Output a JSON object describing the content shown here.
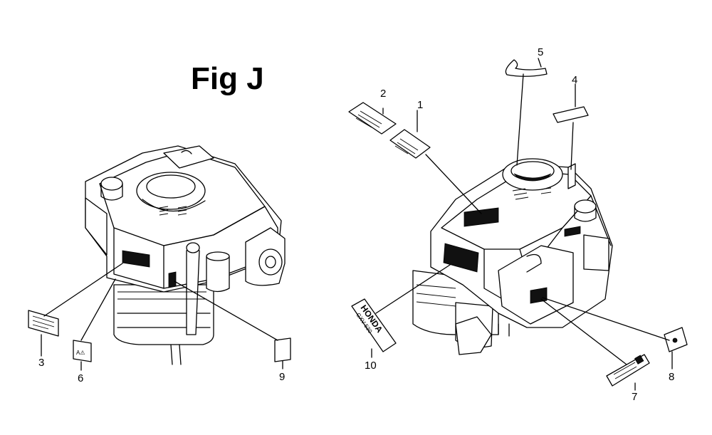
{
  "figure": {
    "title": "Fig J"
  },
  "callouts": [
    {
      "id": "1",
      "label": "1"
    },
    {
      "id": "2",
      "label": "2"
    },
    {
      "id": "3",
      "label": "3"
    },
    {
      "id": "4",
      "label": "4"
    },
    {
      "id": "5",
      "label": "5"
    },
    {
      "id": "6",
      "label": "6"
    },
    {
      "id": "7",
      "label": "7"
    },
    {
      "id": "8",
      "label": "8"
    },
    {
      "id": "9",
      "label": "9"
    },
    {
      "id": "10",
      "label": "10"
    }
  ],
  "decals": {
    "honda_brand": "HONDA",
    "honda_sub": "GXV 530",
    "decal_6_text": "A⚠"
  },
  "colors": {
    "ink": "#000000",
    "background": "#ffffff"
  }
}
